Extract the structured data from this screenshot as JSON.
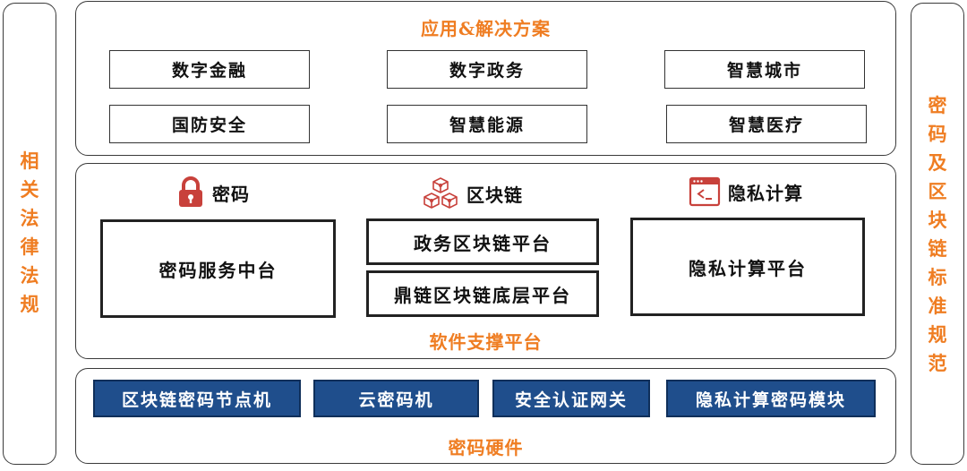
{
  "left_side": {
    "label": [
      "相",
      "关",
      "法",
      "律",
      "法",
      "规"
    ]
  },
  "right_side": {
    "label": [
      "密",
      "码",
      "及",
      "区",
      "块",
      "链",
      "标",
      "准",
      "规",
      "范"
    ]
  },
  "applications": {
    "title": "应用&解决方案",
    "items": [
      "数字金融",
      "数字政务",
      "智慧城市",
      "国防安全",
      "智慧能源",
      "智慧医疗"
    ]
  },
  "software": {
    "title": "软件支撑平台",
    "categories": [
      {
        "label": "密码",
        "icon": "lock-icon",
        "platforms": [
          "密码服务中台"
        ]
      },
      {
        "label": "区块链",
        "icon": "blockchain-cubes-icon",
        "platforms": [
          "政务区块链平台",
          "鼎链区块链底层平台"
        ]
      },
      {
        "label": "隐私计算",
        "icon": "terminal-window-icon",
        "platforms": [
          "隐私计算平台"
        ]
      }
    ]
  },
  "hardware": {
    "title": "密码硬件",
    "items": [
      "区块链密码节点机",
      "云密码机",
      "安全认证网关",
      "隐私计算密码模块"
    ]
  },
  "colors": {
    "accent": "#ef7d22",
    "icon_red": "#c8413b",
    "hardware_blue": "#1f4e8c"
  }
}
